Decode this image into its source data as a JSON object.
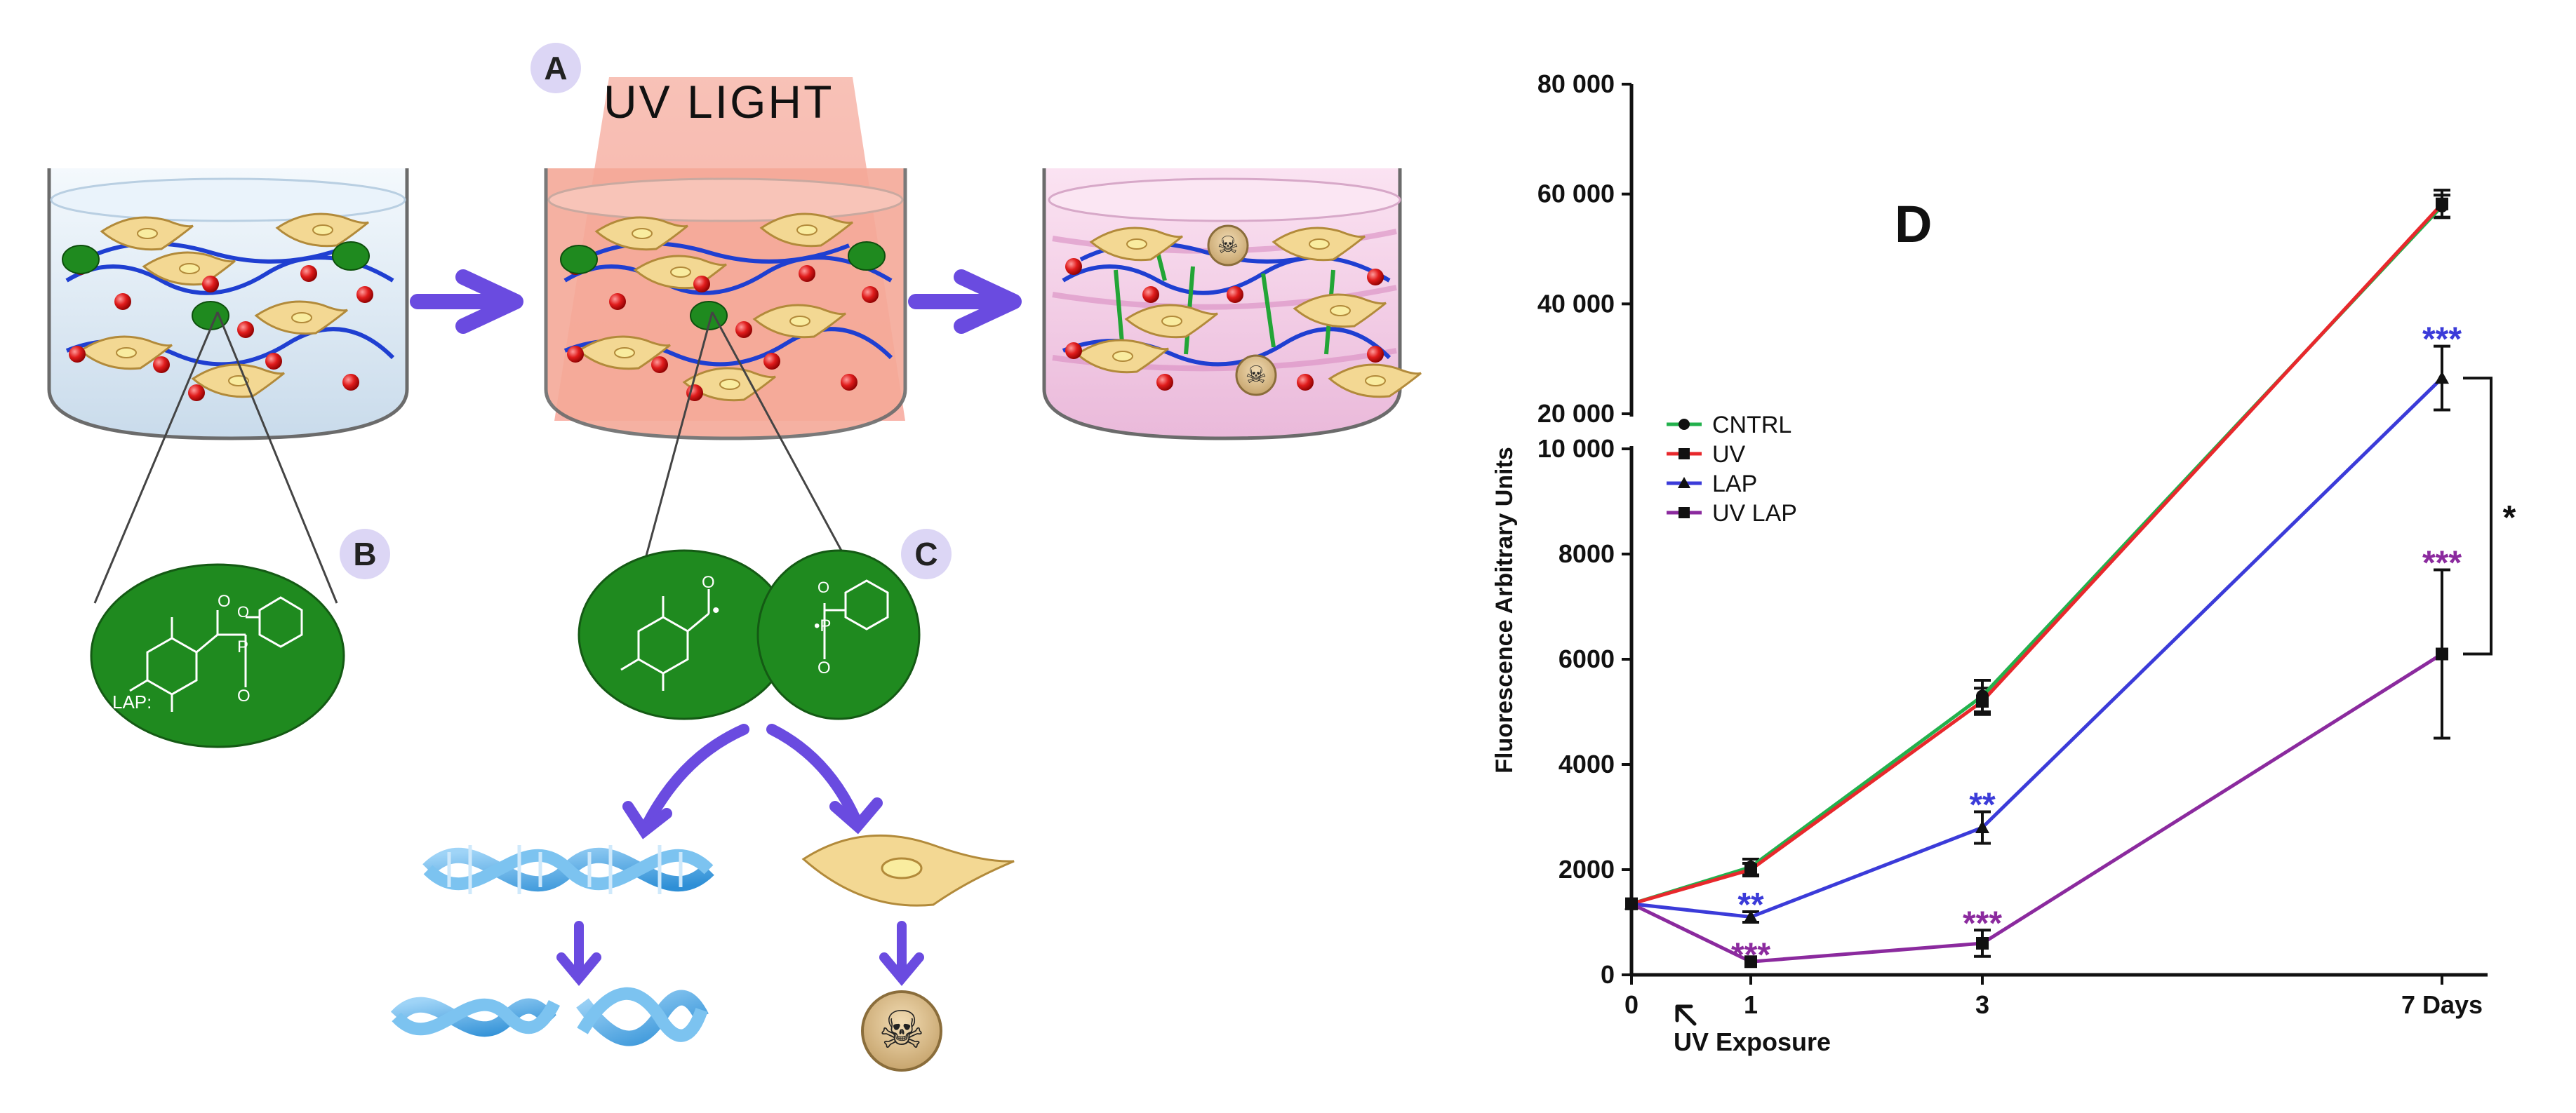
{
  "panels": {
    "a": {
      "letter": "A",
      "caption": "UV  LIGHT"
    },
    "b": {
      "letter": "B",
      "molecule_label": "LAP:"
    },
    "c": {
      "letter": "C"
    },
    "d": {
      "letter": "D"
    }
  },
  "chart_data": {
    "type": "line",
    "ylabel": "Fluorescence Arbitrary Units",
    "x": [
      0,
      1,
      3,
      7
    ],
    "x_tick_labels": [
      "0",
      "1",
      "3",
      "7 Days"
    ],
    "annotation": "UV Exposure",
    "axis_break": true,
    "lower_axis": {
      "ylim": [
        0,
        10000
      ],
      "ticks": [
        "0",
        "2000",
        "4000",
        "6000",
        "8000",
        "10 000"
      ]
    },
    "upper_axis": {
      "ylim": [
        20000,
        80000
      ],
      "ticks": [
        "20 000",
        "40 000",
        "60 000",
        "80 000"
      ]
    },
    "series": [
      {
        "name": "CNTRL",
        "color": "#22b14c",
        "marker": "circle",
        "values": [
          1350,
          2050,
          5300,
          57800
        ],
        "errors": [
          0,
          150,
          300,
          2000
        ],
        "sig": [
          "",
          "",
          "",
          ""
        ]
      },
      {
        "name": "UV",
        "color": "#e8282c",
        "marker": "square",
        "values": [
          1350,
          2000,
          5200,
          58200
        ],
        "errors": [
          0,
          120,
          250,
          2500
        ],
        "sig": [
          "",
          "",
          "",
          ""
        ]
      },
      {
        "name": "LAP",
        "color": "#3b3bd9",
        "marker": "triangle",
        "values": [
          1350,
          1100,
          2800,
          26500
        ],
        "errors": [
          0,
          100,
          300,
          5800
        ],
        "sig": [
          "",
          "**",
          "**",
          "***"
        ]
      },
      {
        "name": "UV LAP",
        "color": "#8b2a9e",
        "marker": "square",
        "values": [
          1350,
          250,
          600,
          6100
        ],
        "errors": [
          0,
          0,
          250,
          1600
        ],
        "sig": [
          "",
          "***",
          "***",
          "***"
        ]
      }
    ],
    "comparison": {
      "label": "*",
      "between": [
        "LAP",
        "UV LAP"
      ],
      "at_x": 7
    },
    "legend": "upper-left"
  }
}
